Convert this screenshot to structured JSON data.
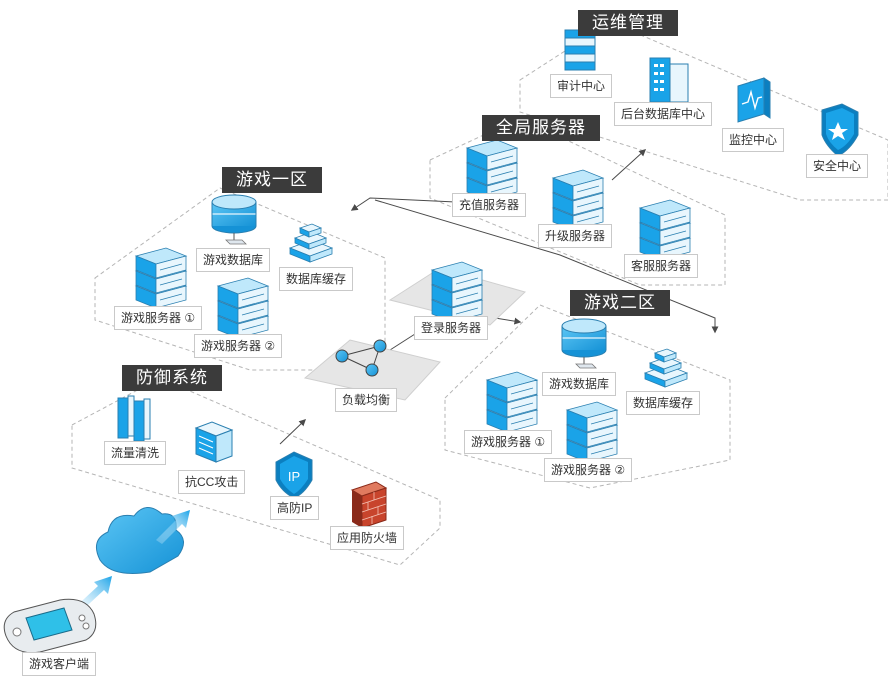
{
  "groups": {
    "ops": {
      "title": "运维管理",
      "items": [
        "审计中心",
        "后台数据库中心",
        "监控中心",
        "安全中心"
      ]
    },
    "global": {
      "title": "全局服务器",
      "items": [
        "充值服务器",
        "升级服务器",
        "客服服务器"
      ]
    },
    "zone1": {
      "title": "游戏一区",
      "items": [
        "游戏数据库",
        "数据库缓存",
        "游戏服务器 ①",
        "游戏服务器 ②"
      ]
    },
    "zone2": {
      "title": "游戏二区",
      "items": [
        "游戏数据库",
        "数据库缓存",
        "游戏服务器 ①",
        "游戏服务器 ②"
      ]
    },
    "defense": {
      "title": "防御系统",
      "items": [
        "流量清洗",
        "抗CC攻击",
        "高防IP",
        "应用防火墙"
      ]
    }
  },
  "nodes": {
    "login": "登录服务器",
    "lb": "负载均衡",
    "client": "游戏客户端"
  },
  "icons": {
    "shield_ip_text": "IP"
  },
  "colors": {
    "accent": "#1aa3e8",
    "accent_dark": "#0b7fc0",
    "banner": "#3b3b3b",
    "dashed": "#b5b5b5",
    "arrow": "#4a4a4a",
    "brick": "#c8442c"
  }
}
